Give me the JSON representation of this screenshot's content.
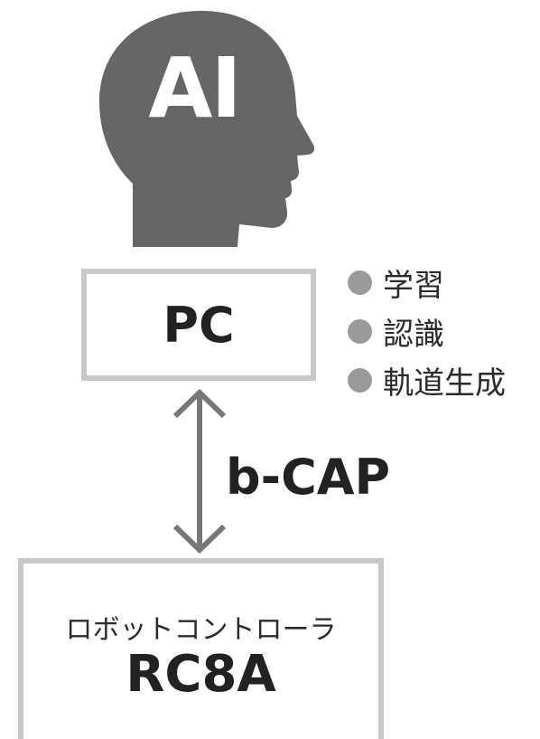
{
  "ai_head": {
    "label": "AI",
    "color": "#666666"
  },
  "pc": {
    "label": "PC"
  },
  "features": [
    "学習",
    "認識",
    "軌道生成"
  ],
  "link": {
    "label": "b-CAP"
  },
  "controller": {
    "subtitle": "ロボットコントローラ",
    "title": "RC8A"
  }
}
